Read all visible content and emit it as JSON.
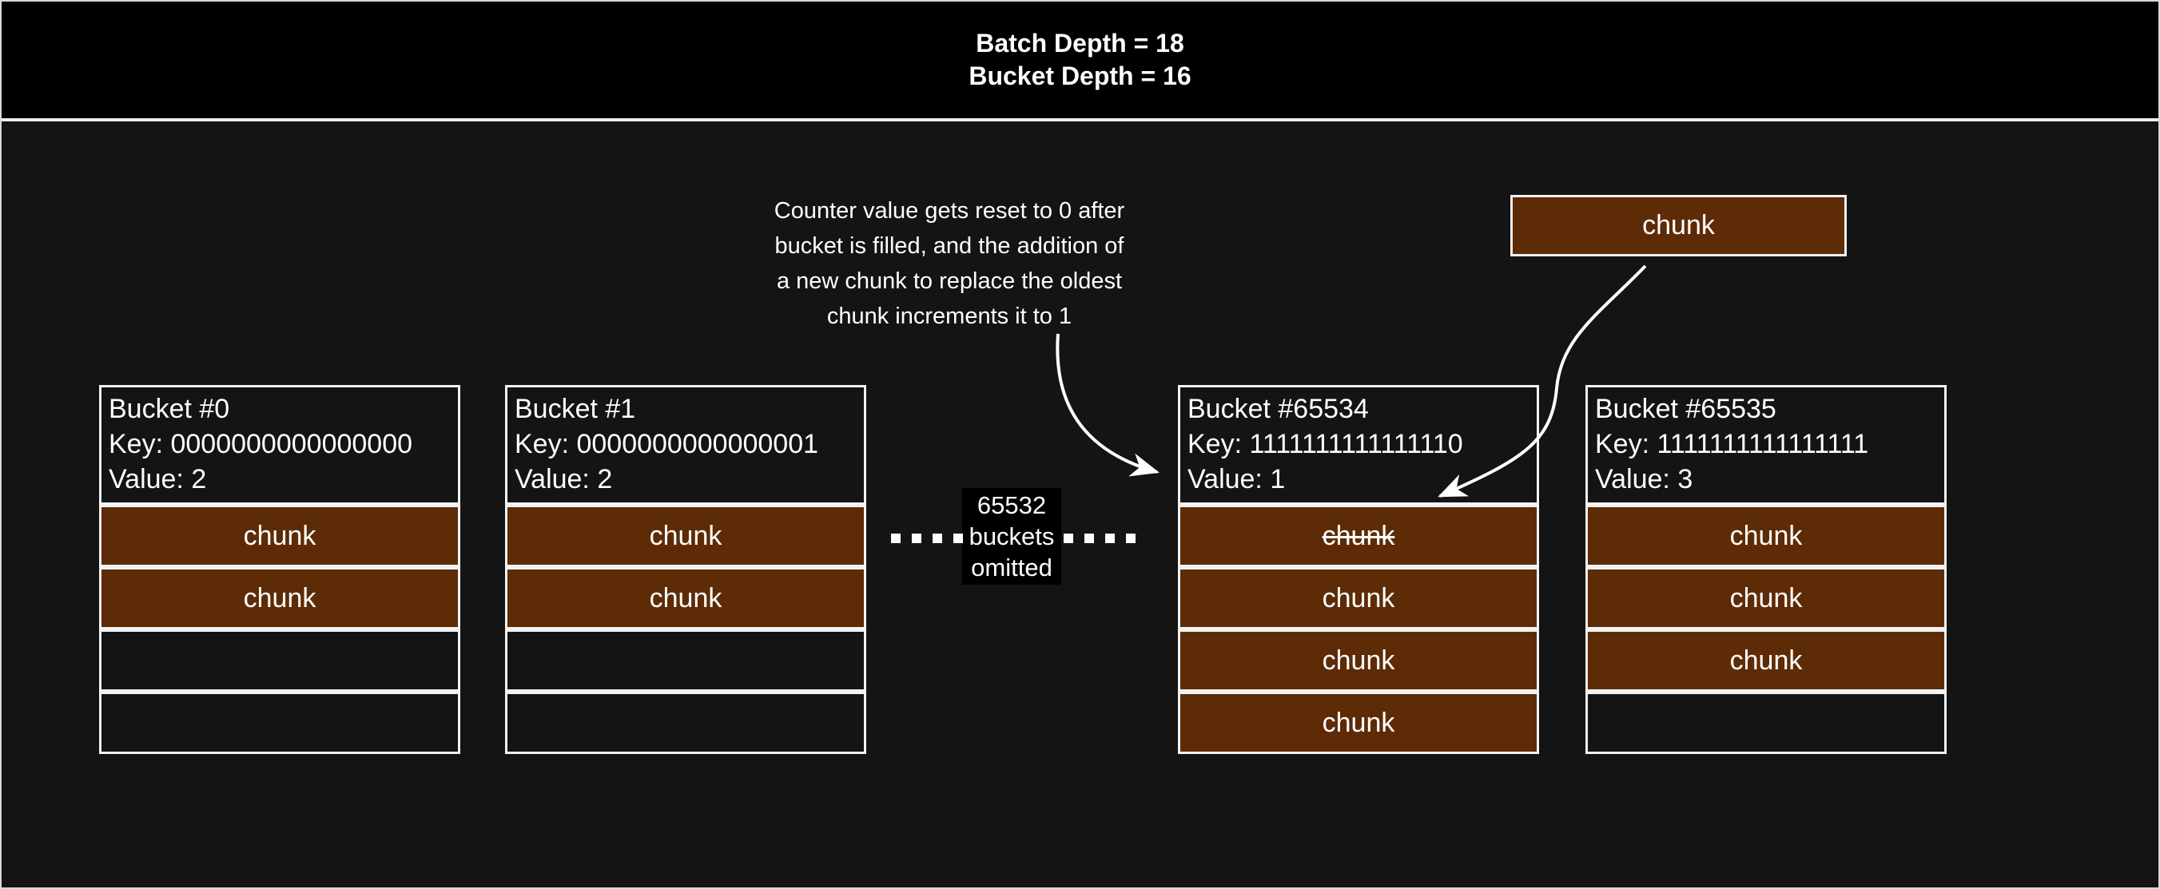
{
  "colors": {
    "page-bg": "#141414",
    "header-bg": "#000000",
    "chunk-fill": "#5E2B07",
    "line": "#F2F2F2",
    "text": "#FFFFFF"
  },
  "banner": {
    "lines": [
      "Batch Depth = 18",
      "Bucket Depth = 16"
    ]
  },
  "annotation": {
    "lines": [
      "Counter value gets reset to 0 after",
      "bucket is filled, and the addition of",
      "a new chunk to replace the oldest",
      "chunk increments it to 1"
    ]
  },
  "floating_chunk": {
    "label": "chunk"
  },
  "omitted": {
    "lines": [
      "65532",
      "buckets",
      "omitted"
    ]
  },
  "buckets": [
    {
      "title": "Bucket #0",
      "key": "Key: 0000000000000000",
      "value": "Value: 2",
      "slots": [
        {
          "label": "chunk",
          "state": "filled"
        },
        {
          "label": "chunk",
          "state": "filled"
        },
        {
          "label": "",
          "state": "empty"
        },
        {
          "label": "",
          "state": "empty"
        }
      ]
    },
    {
      "title": "Bucket #1",
      "key": "Key: 0000000000000001",
      "value": "Value: 2",
      "slots": [
        {
          "label": "chunk",
          "state": "filled"
        },
        {
          "label": "chunk",
          "state": "filled"
        },
        {
          "label": "",
          "state": "empty"
        },
        {
          "label": "",
          "state": "empty"
        }
      ]
    },
    {
      "title": "Bucket #65534",
      "key": "Key: 1111111111111110",
      "value": "Value: 1",
      "slots": [
        {
          "label": "chunk",
          "state": "filled-struck"
        },
        {
          "label": "chunk",
          "state": "filled"
        },
        {
          "label": "chunk",
          "state": "filled"
        },
        {
          "label": "chunk",
          "state": "filled"
        }
      ]
    },
    {
      "title": "Bucket #65535",
      "key": "Key: 1111111111111111",
      "value": "Value: 3",
      "slots": [
        {
          "label": "chunk",
          "state": "filled"
        },
        {
          "label": "chunk",
          "state": "filled"
        },
        {
          "label": "chunk",
          "state": "filled"
        },
        {
          "label": "",
          "state": "empty"
        }
      ]
    }
  ]
}
